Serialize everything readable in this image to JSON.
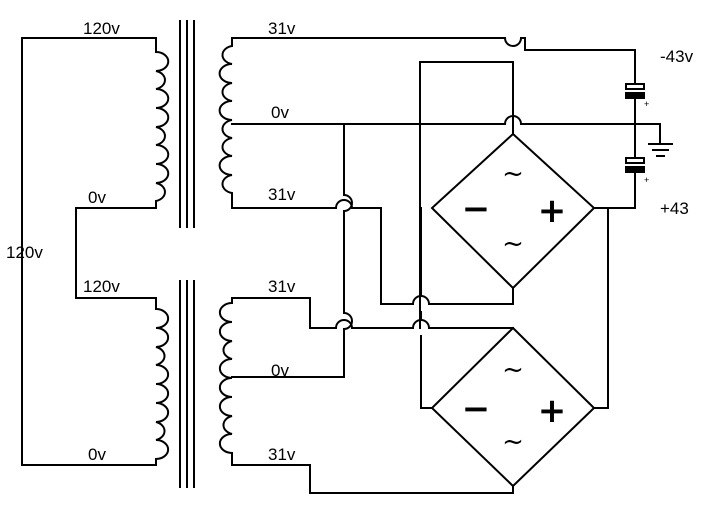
{
  "transformer_top": {
    "primary_top_label": "120v",
    "primary_bottom_label": "0v",
    "secondary_top_label": "31v",
    "secondary_center_label": "0v",
    "secondary_bottom_label": "31v"
  },
  "transformer_bottom": {
    "primary_top_label": "120v",
    "primary_bottom_label": "0v",
    "secondary_top_label": "31v",
    "secondary_center_label": "0v",
    "secondary_bottom_label": "31v"
  },
  "mains_label": "120v",
  "outputs": {
    "negative_label": "-43v",
    "positive_label": "+43"
  },
  "bridge_top": {
    "minus_sign": "−",
    "plus_sign": "+",
    "ac_top": "~",
    "ac_bottom": "~"
  },
  "bridge_bottom": {
    "minus_sign": "−",
    "plus_sign": "+",
    "ac_top": "~",
    "ac_bottom": "~"
  },
  "capacitors": {
    "cap1_polarity": "+",
    "cap2_polarity": "+"
  }
}
